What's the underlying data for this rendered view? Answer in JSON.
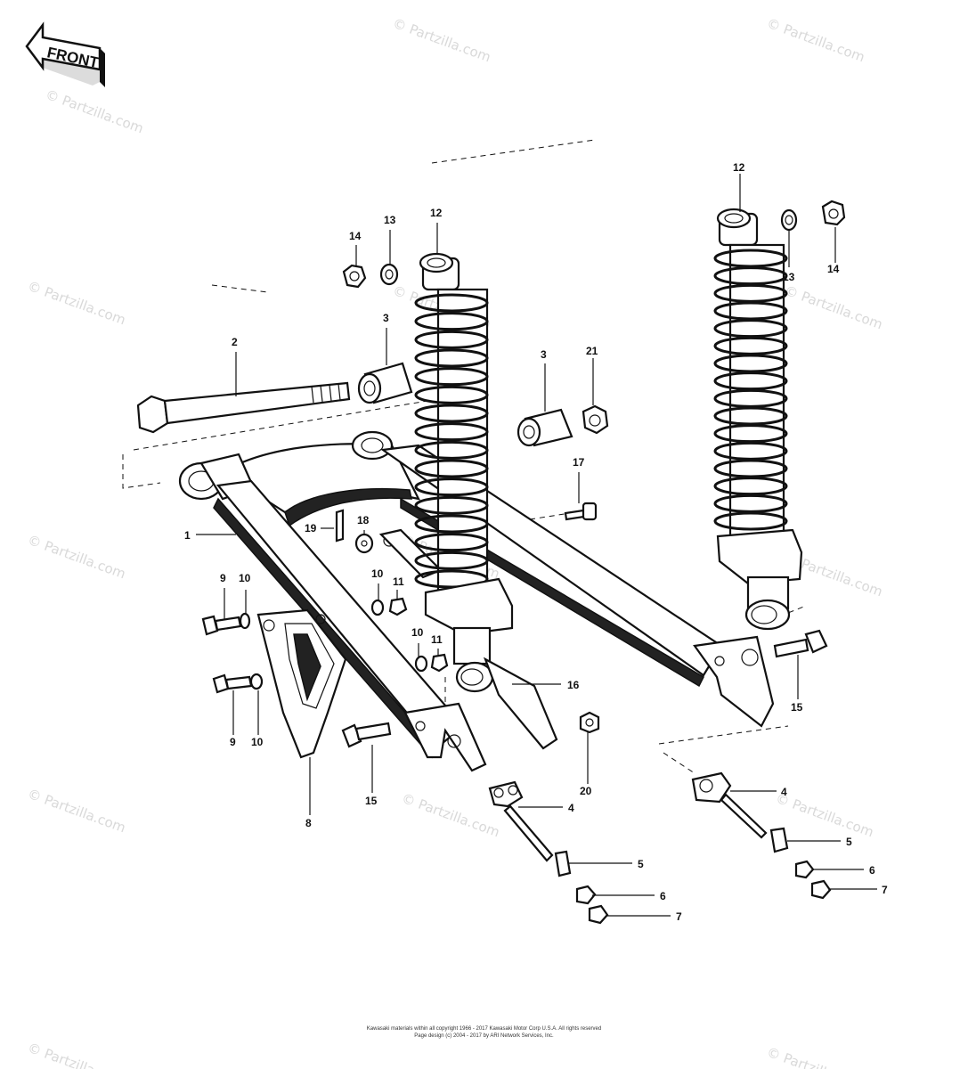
{
  "front_label": "FRONT",
  "watermark": "© Partzilla.com",
  "callouts": [
    {
      "id": "c-14-left",
      "text": "14"
    },
    {
      "id": "c-13-left",
      "text": "13"
    },
    {
      "id": "c-12-left",
      "text": "12"
    },
    {
      "id": "c-12-right",
      "text": "12"
    },
    {
      "id": "c-13-right",
      "text": "13"
    },
    {
      "id": "c-14-right",
      "text": "14"
    },
    {
      "id": "c-2",
      "text": "2"
    },
    {
      "id": "c-3-left",
      "text": "3"
    },
    {
      "id": "c-3-right",
      "text": "3"
    },
    {
      "id": "c-21",
      "text": "21"
    },
    {
      "id": "c-17",
      "text": "17"
    },
    {
      "id": "c-1",
      "text": "1"
    },
    {
      "id": "c-19",
      "text": "19"
    },
    {
      "id": "c-18",
      "text": "18"
    },
    {
      "id": "c-9-top",
      "text": "9"
    },
    {
      "id": "c-10-top",
      "text": "10"
    },
    {
      "id": "c-10-mid",
      "text": "10"
    },
    {
      "id": "c-11-mid",
      "text": "11"
    },
    {
      "id": "c-10-low",
      "text": "10"
    },
    {
      "id": "c-11-low",
      "text": "11"
    },
    {
      "id": "c-16",
      "text": "16"
    },
    {
      "id": "c-15-right",
      "text": "15"
    },
    {
      "id": "c-9-bottom",
      "text": "9"
    },
    {
      "id": "c-10-bottom",
      "text": "10"
    },
    {
      "id": "c-15-left",
      "text": "15"
    },
    {
      "id": "c-20",
      "text": "20"
    },
    {
      "id": "c-8",
      "text": "8"
    },
    {
      "id": "c-4-left",
      "text": "4"
    },
    {
      "id": "c-5-left",
      "text": "5"
    },
    {
      "id": "c-6-left",
      "text": "6"
    },
    {
      "id": "c-7-left",
      "text": "7"
    },
    {
      "id": "c-4-right",
      "text": "4"
    },
    {
      "id": "c-5-right",
      "text": "5"
    },
    {
      "id": "c-6-right",
      "text": "6"
    },
    {
      "id": "c-7-right",
      "text": "7"
    }
  ],
  "footer": {
    "line1": "Kawasaki materials within all copyright 1966 - 2017 Kawasaki Motor Corp U.S.A. All rights reserved",
    "line2": "Page design (c) 2004 - 2017 by ARI Network Services, Inc."
  }
}
